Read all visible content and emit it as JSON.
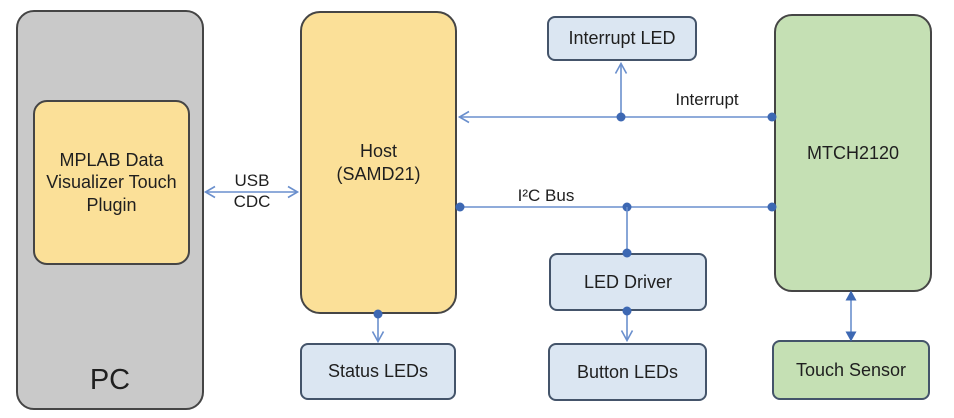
{
  "nodes": {
    "pc": {
      "label": "PC"
    },
    "plugin": {
      "label": "MPLAB Data Visualizer Touch Plugin"
    },
    "host": {
      "label": "Host",
      "sublabel": "(SAMD21)"
    },
    "interrupt_led": {
      "label": "Interrupt LED"
    },
    "mtch2120": {
      "label": "MTCH2120"
    },
    "led_driver": {
      "label": "LED Driver"
    },
    "status_leds": {
      "label": "Status LEDs"
    },
    "button_leds": {
      "label": "Button LEDs"
    },
    "touch_sensor": {
      "label": "Touch Sensor"
    }
  },
  "connections": {
    "usb_cdc": {
      "label_line1": "USB",
      "label_line2": "CDC",
      "from": "PC",
      "to": "Host (SAMD21)",
      "direction": "bidirectional"
    },
    "interrupt": {
      "label": "Interrupt",
      "from": "MTCH2120",
      "to": "Host (SAMD21)",
      "branch_to": "Interrupt LED"
    },
    "i2c_bus": {
      "label": "I²C Bus",
      "from": "Host (SAMD21)",
      "to": "MTCH2120",
      "branch_to": "LED Driver"
    },
    "host_to_status_leds": {
      "from": "Host (SAMD21)",
      "to": "Status LEDs"
    },
    "led_driver_to_button_leds": {
      "from": "LED Driver",
      "to": "Button LEDs"
    },
    "mtch2120_to_touch_sensor": {
      "from": "MTCH2120",
      "to": "Touch Sensor",
      "direction": "bidirectional"
    }
  },
  "colors": {
    "gray": "#c9c9c9",
    "yellow": "#fbe098",
    "green": "#c5e0b4",
    "blue_fill": "#dbe6f2",
    "line": "#6a8fcd",
    "dot": "#3d68b3",
    "border_dark": "#454545",
    "border_blue": "#44546a"
  }
}
